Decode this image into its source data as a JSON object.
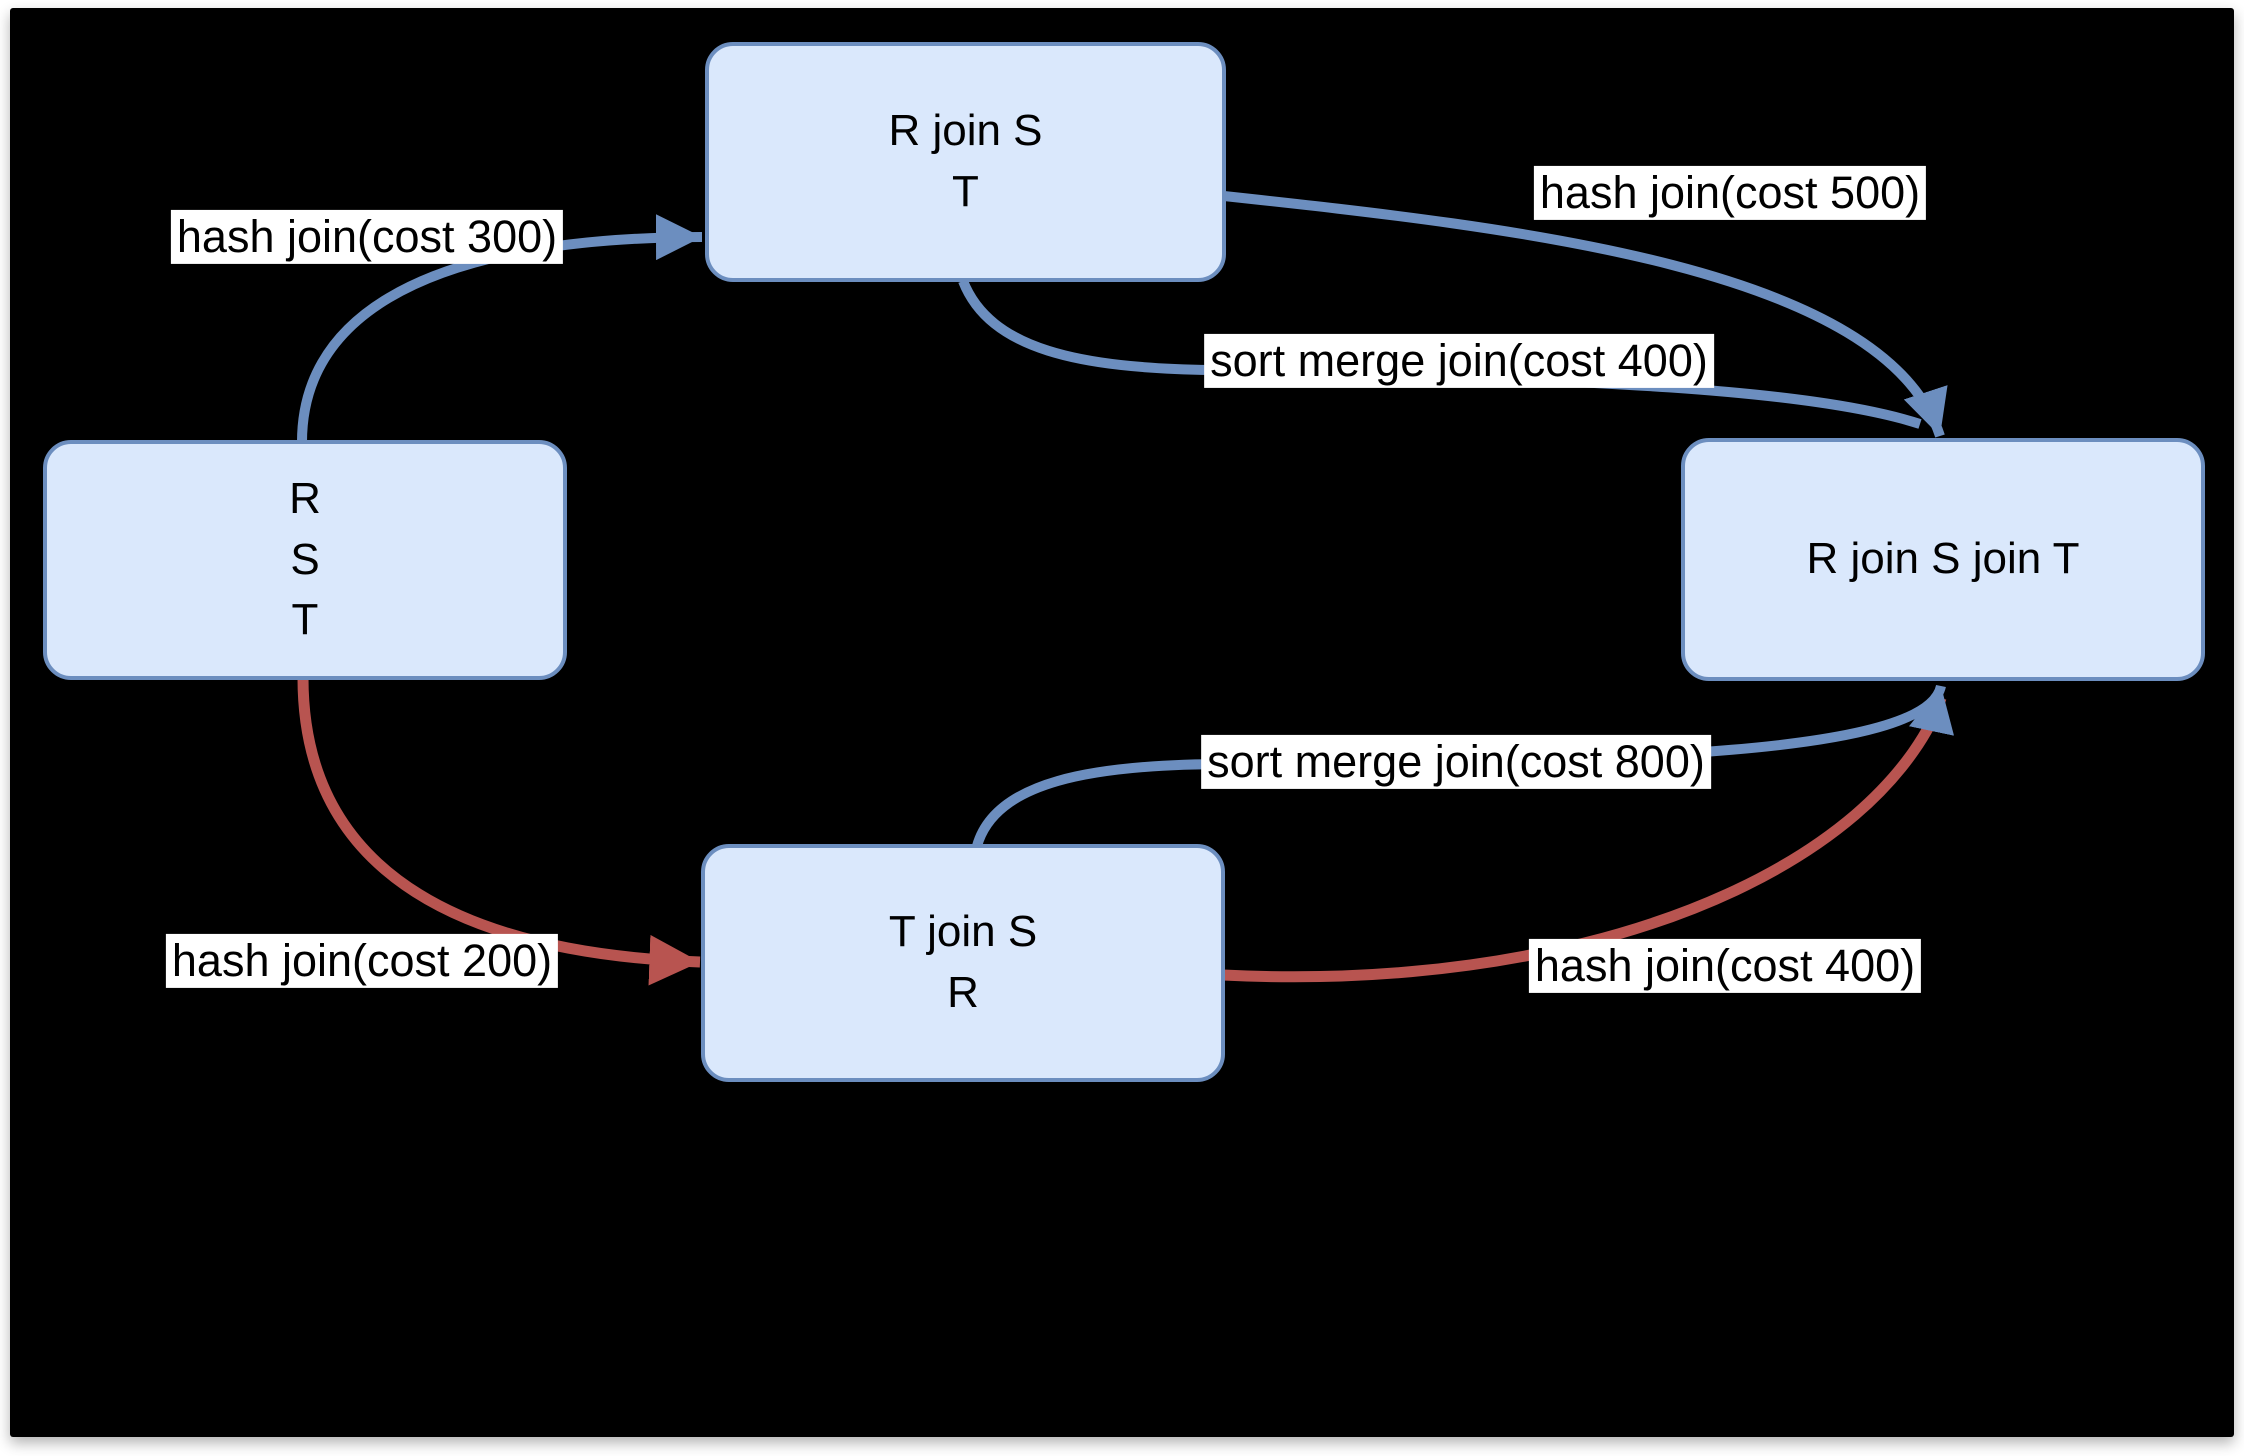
{
  "canvas": {
    "background": "#000000",
    "page_background": "#ffffff"
  },
  "colors": {
    "node_fill": "#dae8fc",
    "node_border": "#6c8ebf",
    "blue_edge": "#6c8ebf",
    "red_edge": "#b85450",
    "label_bg": "#ffffff",
    "label_text": "#000000"
  },
  "nodes": {
    "rst": {
      "lines": [
        "R",
        "S",
        "T"
      ]
    },
    "rs_t": {
      "lines": [
        "R join S",
        "T"
      ]
    },
    "ts_r": {
      "lines": [
        "T join S",
        "R"
      ]
    },
    "rst_joined": {
      "lines": [
        "R join S join T"
      ]
    }
  },
  "edges": {
    "hash_join_300": {
      "label": "hash join(cost 300)",
      "color": "#6c8ebf"
    },
    "hash_join_500": {
      "label": "hash join(cost 500)",
      "color": "#6c8ebf"
    },
    "sort_merge_join_400": {
      "label": "sort merge join(cost 400)",
      "color": "#6c8ebf"
    },
    "hash_join_200": {
      "label": "hash join(cost 200)",
      "color": "#b85450"
    },
    "sort_merge_join_800": {
      "label": "sort merge join(cost 800)",
      "color": "#6c8ebf"
    },
    "hash_join_400": {
      "label": "hash join(cost 400)",
      "color": "#b85450"
    }
  }
}
